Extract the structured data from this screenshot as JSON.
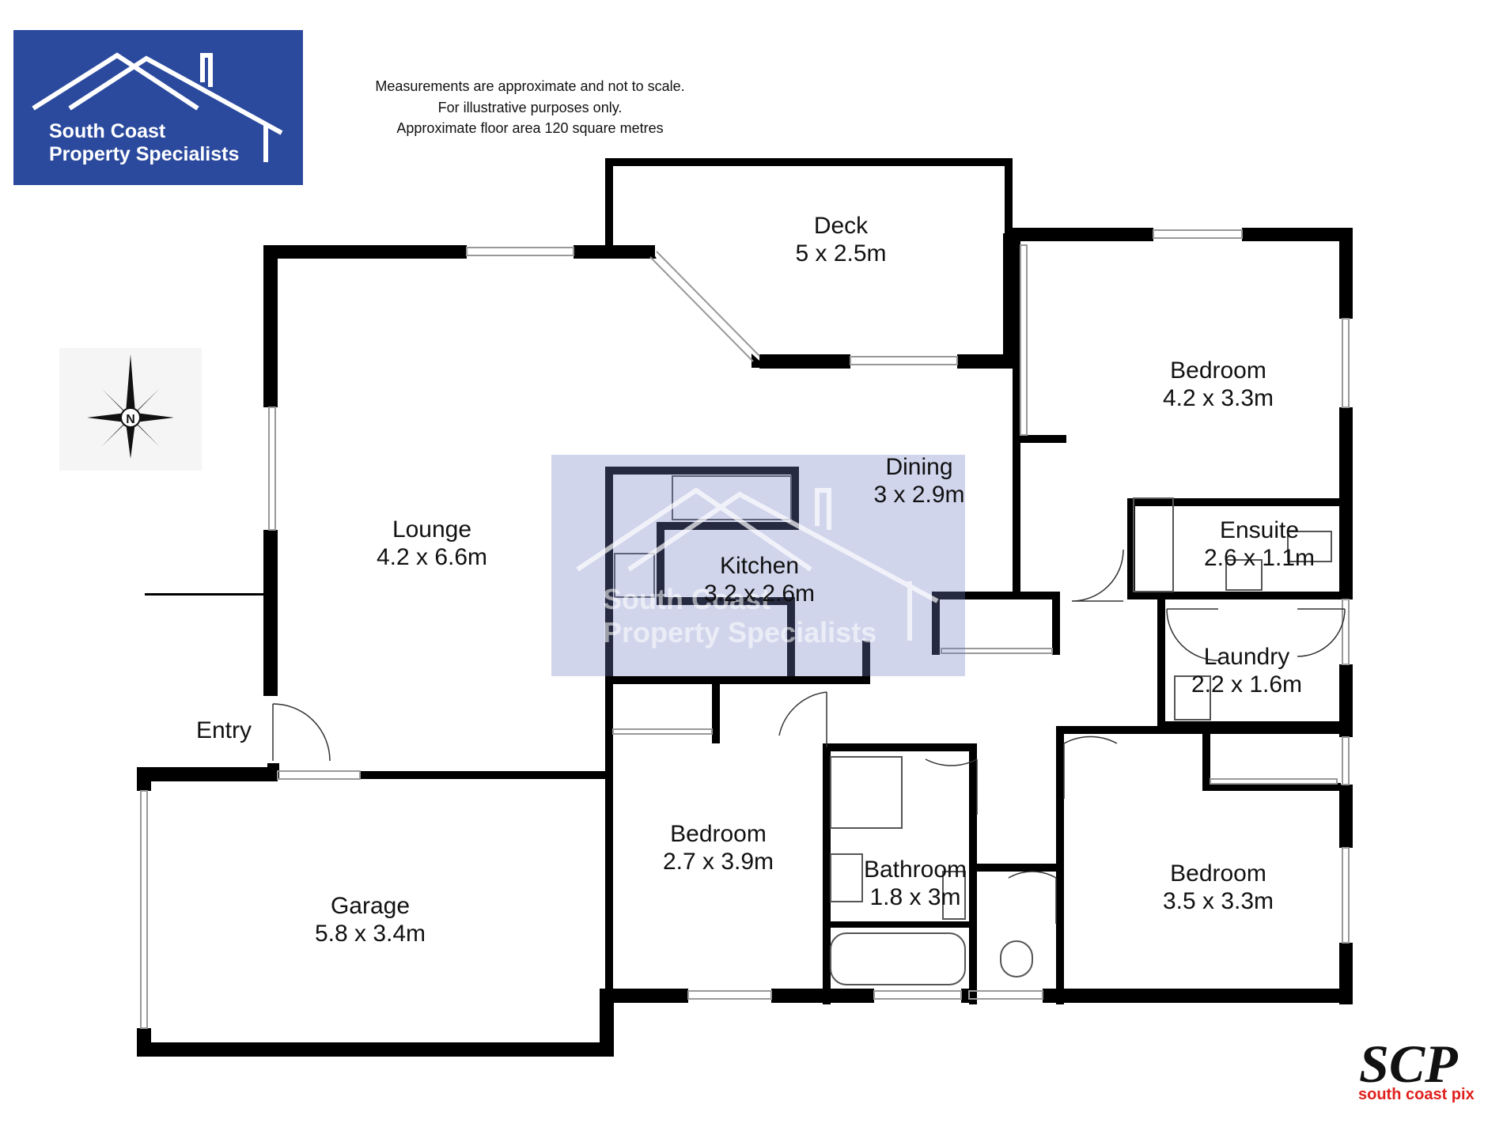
{
  "brand": {
    "logo_line1": "South Coast",
    "logo_line2": "Property Specialists",
    "logo_color": "#2b4a9e",
    "watermark_line1": "South Coast",
    "watermark_line2": "Property Specialists",
    "footer_logo": "SCP",
    "footer_logo_sub": "south coast pix",
    "footer_accent": "#e0201c"
  },
  "notes": {
    "line1": "Measurements are approximate and not to scale.",
    "line2": "For illustrative purposes only.",
    "line3": "Approximate floor area 120 square metres"
  },
  "compass": {
    "label": "N"
  },
  "rooms": {
    "deck": {
      "name": "Deck",
      "size": "5 x 2.5m"
    },
    "lounge": {
      "name": "Lounge",
      "size": "4.2 x 6.6m"
    },
    "dining": {
      "name": "Dining",
      "size": "3 x 2.9m"
    },
    "kitchen": {
      "name": "Kitchen",
      "size": "3.2 x 2.6m"
    },
    "bedroom1": {
      "name": "Bedroom",
      "size": "4.2 x 3.3m"
    },
    "ensuite": {
      "name": "Ensuite",
      "size": "2.6 x 1.1m"
    },
    "laundry": {
      "name": "Laundry",
      "size": "2.2 x 1.6m"
    },
    "bedroom2": {
      "name": "Bedroom",
      "size": "2.7 x 3.9m"
    },
    "bathroom": {
      "name": "Bathroom",
      "size": "1.8 x 3m"
    },
    "bedroom3": {
      "name": "Bedroom",
      "size": "3.5 x 3.3m"
    },
    "garage": {
      "name": "Garage",
      "size": "5.8 x 3.4m"
    },
    "entry": {
      "name": "Entry"
    }
  }
}
